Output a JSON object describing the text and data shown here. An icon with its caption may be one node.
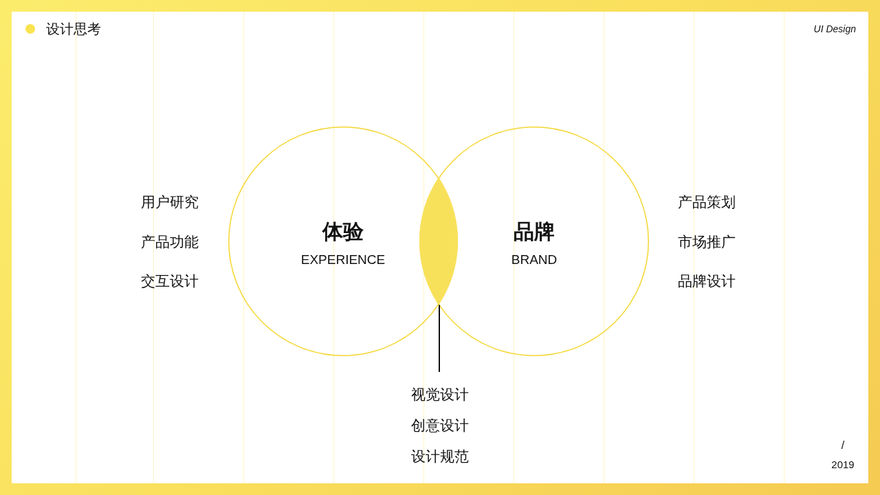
{
  "diagram": {
    "title": "设计思考",
    "nodes": [
      {
        "text": [
          "体验",
          "EXPERIENCE"
        ],
        "beside": [
          "用户研究",
          "产品功能",
          "交互设计"
        ]
      },
      {
        "text": [
          "品牌",
          "BRAND"
        ],
        "beside": [
          "产品策划",
          "市场推广",
          "品牌设计"
        ]
      },
      {
        "text": [],
        "shape": "lens"
      },
      {
        "text": [
          "视觉设计",
          "创意设计",
          "设计规范"
        ]
      }
    ],
    "edges": [
      {
        "from": 3,
        "to": 2,
        "arrow": "none"
      }
    ],
    "labels": [
      "UI Design",
      "/",
      "2019"
    ]
  }
}
